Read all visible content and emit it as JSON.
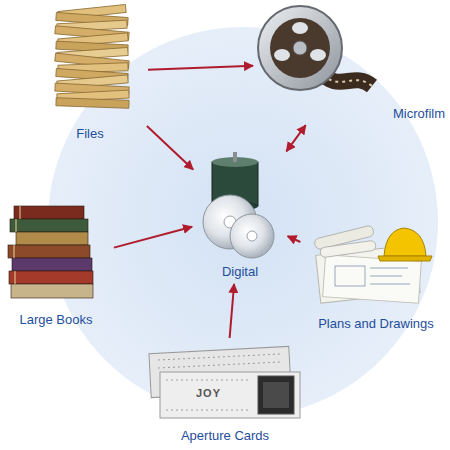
{
  "diagram": {
    "nodes": [
      {
        "text": [
          "Files"
        ]
      },
      {
        "text": [
          "Microfilm"
        ]
      },
      {
        "text": [
          "Digital"
        ]
      },
      {
        "text": [
          "Large Books"
        ]
      },
      {
        "text": [
          "Plans and Drawings"
        ]
      },
      {
        "text": [
          "Aperture Cards"
        ]
      }
    ],
    "edges": [
      {
        "from": 0,
        "to": 1,
        "arrow": "to"
      },
      {
        "from": 0,
        "to": 2,
        "arrow": "to"
      },
      {
        "from": 1,
        "to": 2,
        "arrow": "both"
      },
      {
        "from": 3,
        "to": 2,
        "arrow": "to"
      },
      {
        "from": 4,
        "to": 2,
        "arrow": "to"
      },
      {
        "from": 5,
        "to": 2,
        "arrow": "to"
      }
    ],
    "labels": [
      "JOY"
    ]
  }
}
